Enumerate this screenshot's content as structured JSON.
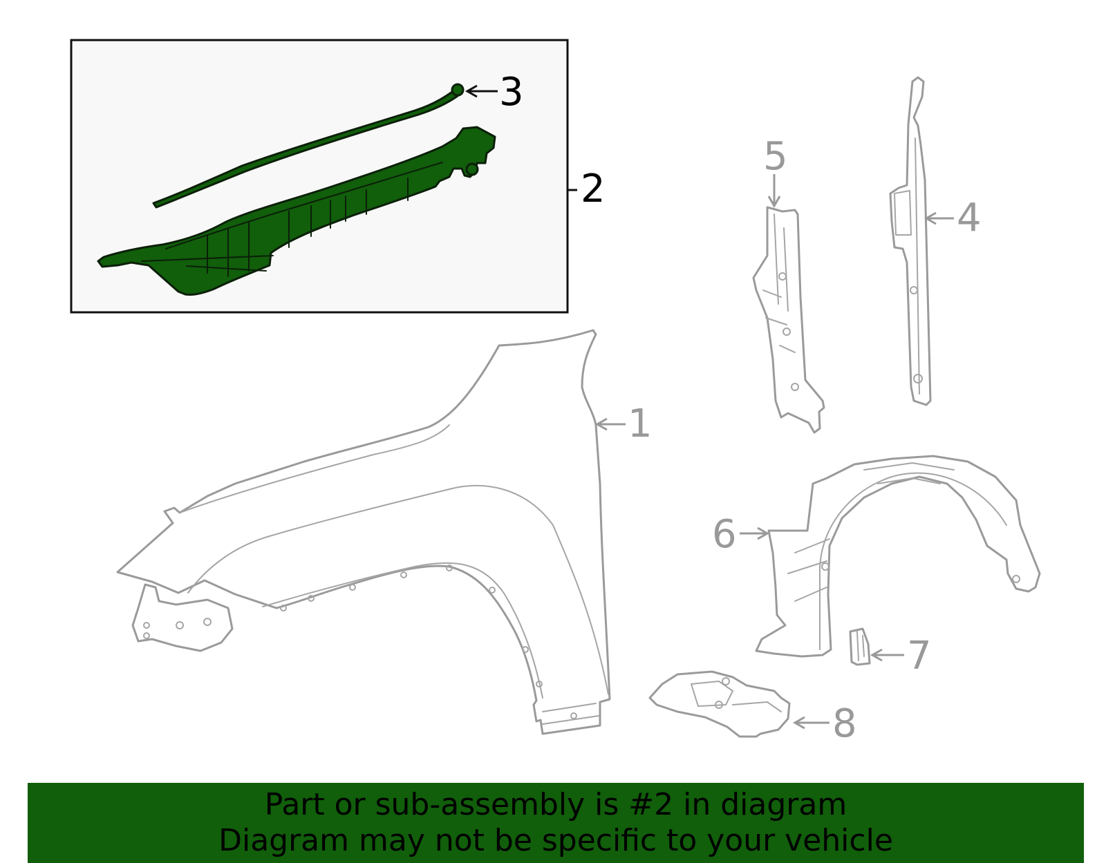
{
  "diagram": {
    "callouts": {
      "c1": "1",
      "c2": "2",
      "c3": "3",
      "c4": "4",
      "c5": "5",
      "c6": "6",
      "c7": "7",
      "c8": "8"
    },
    "highlighted_part": "2",
    "colors": {
      "highlight_fill": "#115e0b",
      "highlight_stroke": "#0b1f09",
      "inset_background": "#f8f8f8",
      "part_outline": "#9a9a9a",
      "dim_label": "#999999"
    }
  },
  "banner": {
    "line1": "Part or sub-assembly is #2 in diagram",
    "line2": "Diagram may not be specific to your vehicle",
    "background": "#115e0b"
  }
}
